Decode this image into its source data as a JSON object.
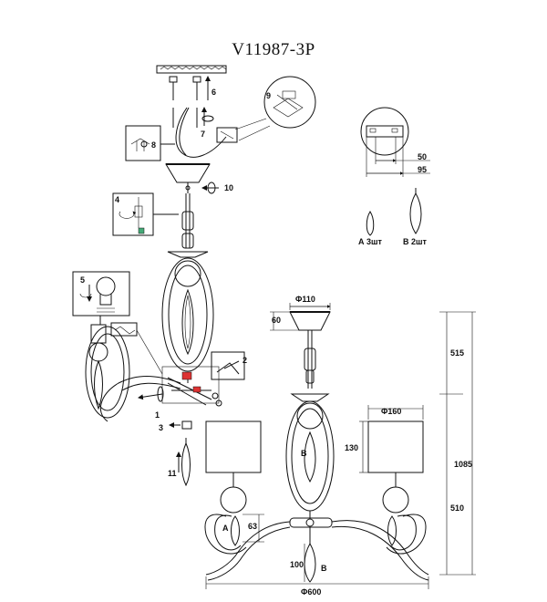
{
  "title": "V11987-3P",
  "steps": [
    "1",
    "2",
    "3",
    "4",
    "5",
    "6",
    "7",
    "8",
    "9",
    "10",
    "11"
  ],
  "glass": {
    "a_label": "A",
    "a_qty": "3шт",
    "b_label": "B",
    "b_qty": "2шт"
  },
  "mount_dims": {
    "inner": "50",
    "outer": "95"
  },
  "dims": {
    "canopy_dia": "Φ110",
    "canopy_h": "60",
    "rod": "515",
    "total_h": "1085",
    "lower_h": "510",
    "shade_dia": "Φ160",
    "shade_h": "130",
    "pendant_a": "63",
    "pendant_b": "100",
    "width": "Φ600"
  },
  "part_labels": {
    "a": "A",
    "b": "B",
    "b2": "B"
  }
}
